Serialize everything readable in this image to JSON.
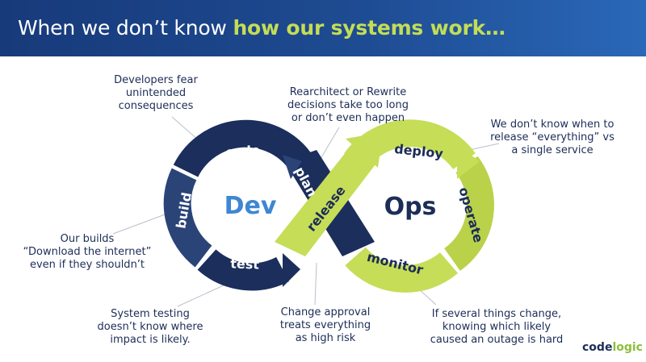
{
  "header": {
    "title_plain": "When we don’t know ",
    "title_highlight": "how our systems work…"
  },
  "loop": {
    "dev_label": "Dev",
    "ops_label": "Ops",
    "stages": {
      "code": "code",
      "build": "build",
      "test": "test",
      "plan": "plan",
      "release": "release",
      "deploy": "deploy",
      "operate": "operate",
      "monitor": "monitor"
    },
    "colors": {
      "dev_dark": "#1b2e5c",
      "dev_mid": "#2b4478",
      "ops_green": "#c6dd57",
      "ops_green_dark": "#a9c23c",
      "label_light": "#3f86d3",
      "label_dark": "#1c2d57"
    }
  },
  "callouts": {
    "developers_fear": [
      "Developers fear",
      "unintended",
      "consequences"
    ],
    "rearchitect": [
      "Rearchitect or Rewrite",
      "decisions  take too long",
      "or don’t even happen"
    ],
    "release_timing": [
      "We don’t know when to",
      "release “everything” vs",
      "a single service"
    ],
    "builds": [
      "Our builds",
      "“Download the internet”",
      "even if they shouldn’t"
    ],
    "system_testing": [
      "System testing",
      "doesn’t know where",
      "impact is likely."
    ],
    "change_approval": [
      "Change approval",
      "treats everything",
      "as high risk"
    ],
    "outage": [
      "If several things change,",
      "knowing which likely",
      "caused an outage is hard"
    ]
  },
  "logo": {
    "part1": "code",
    "part2": "logic"
  }
}
